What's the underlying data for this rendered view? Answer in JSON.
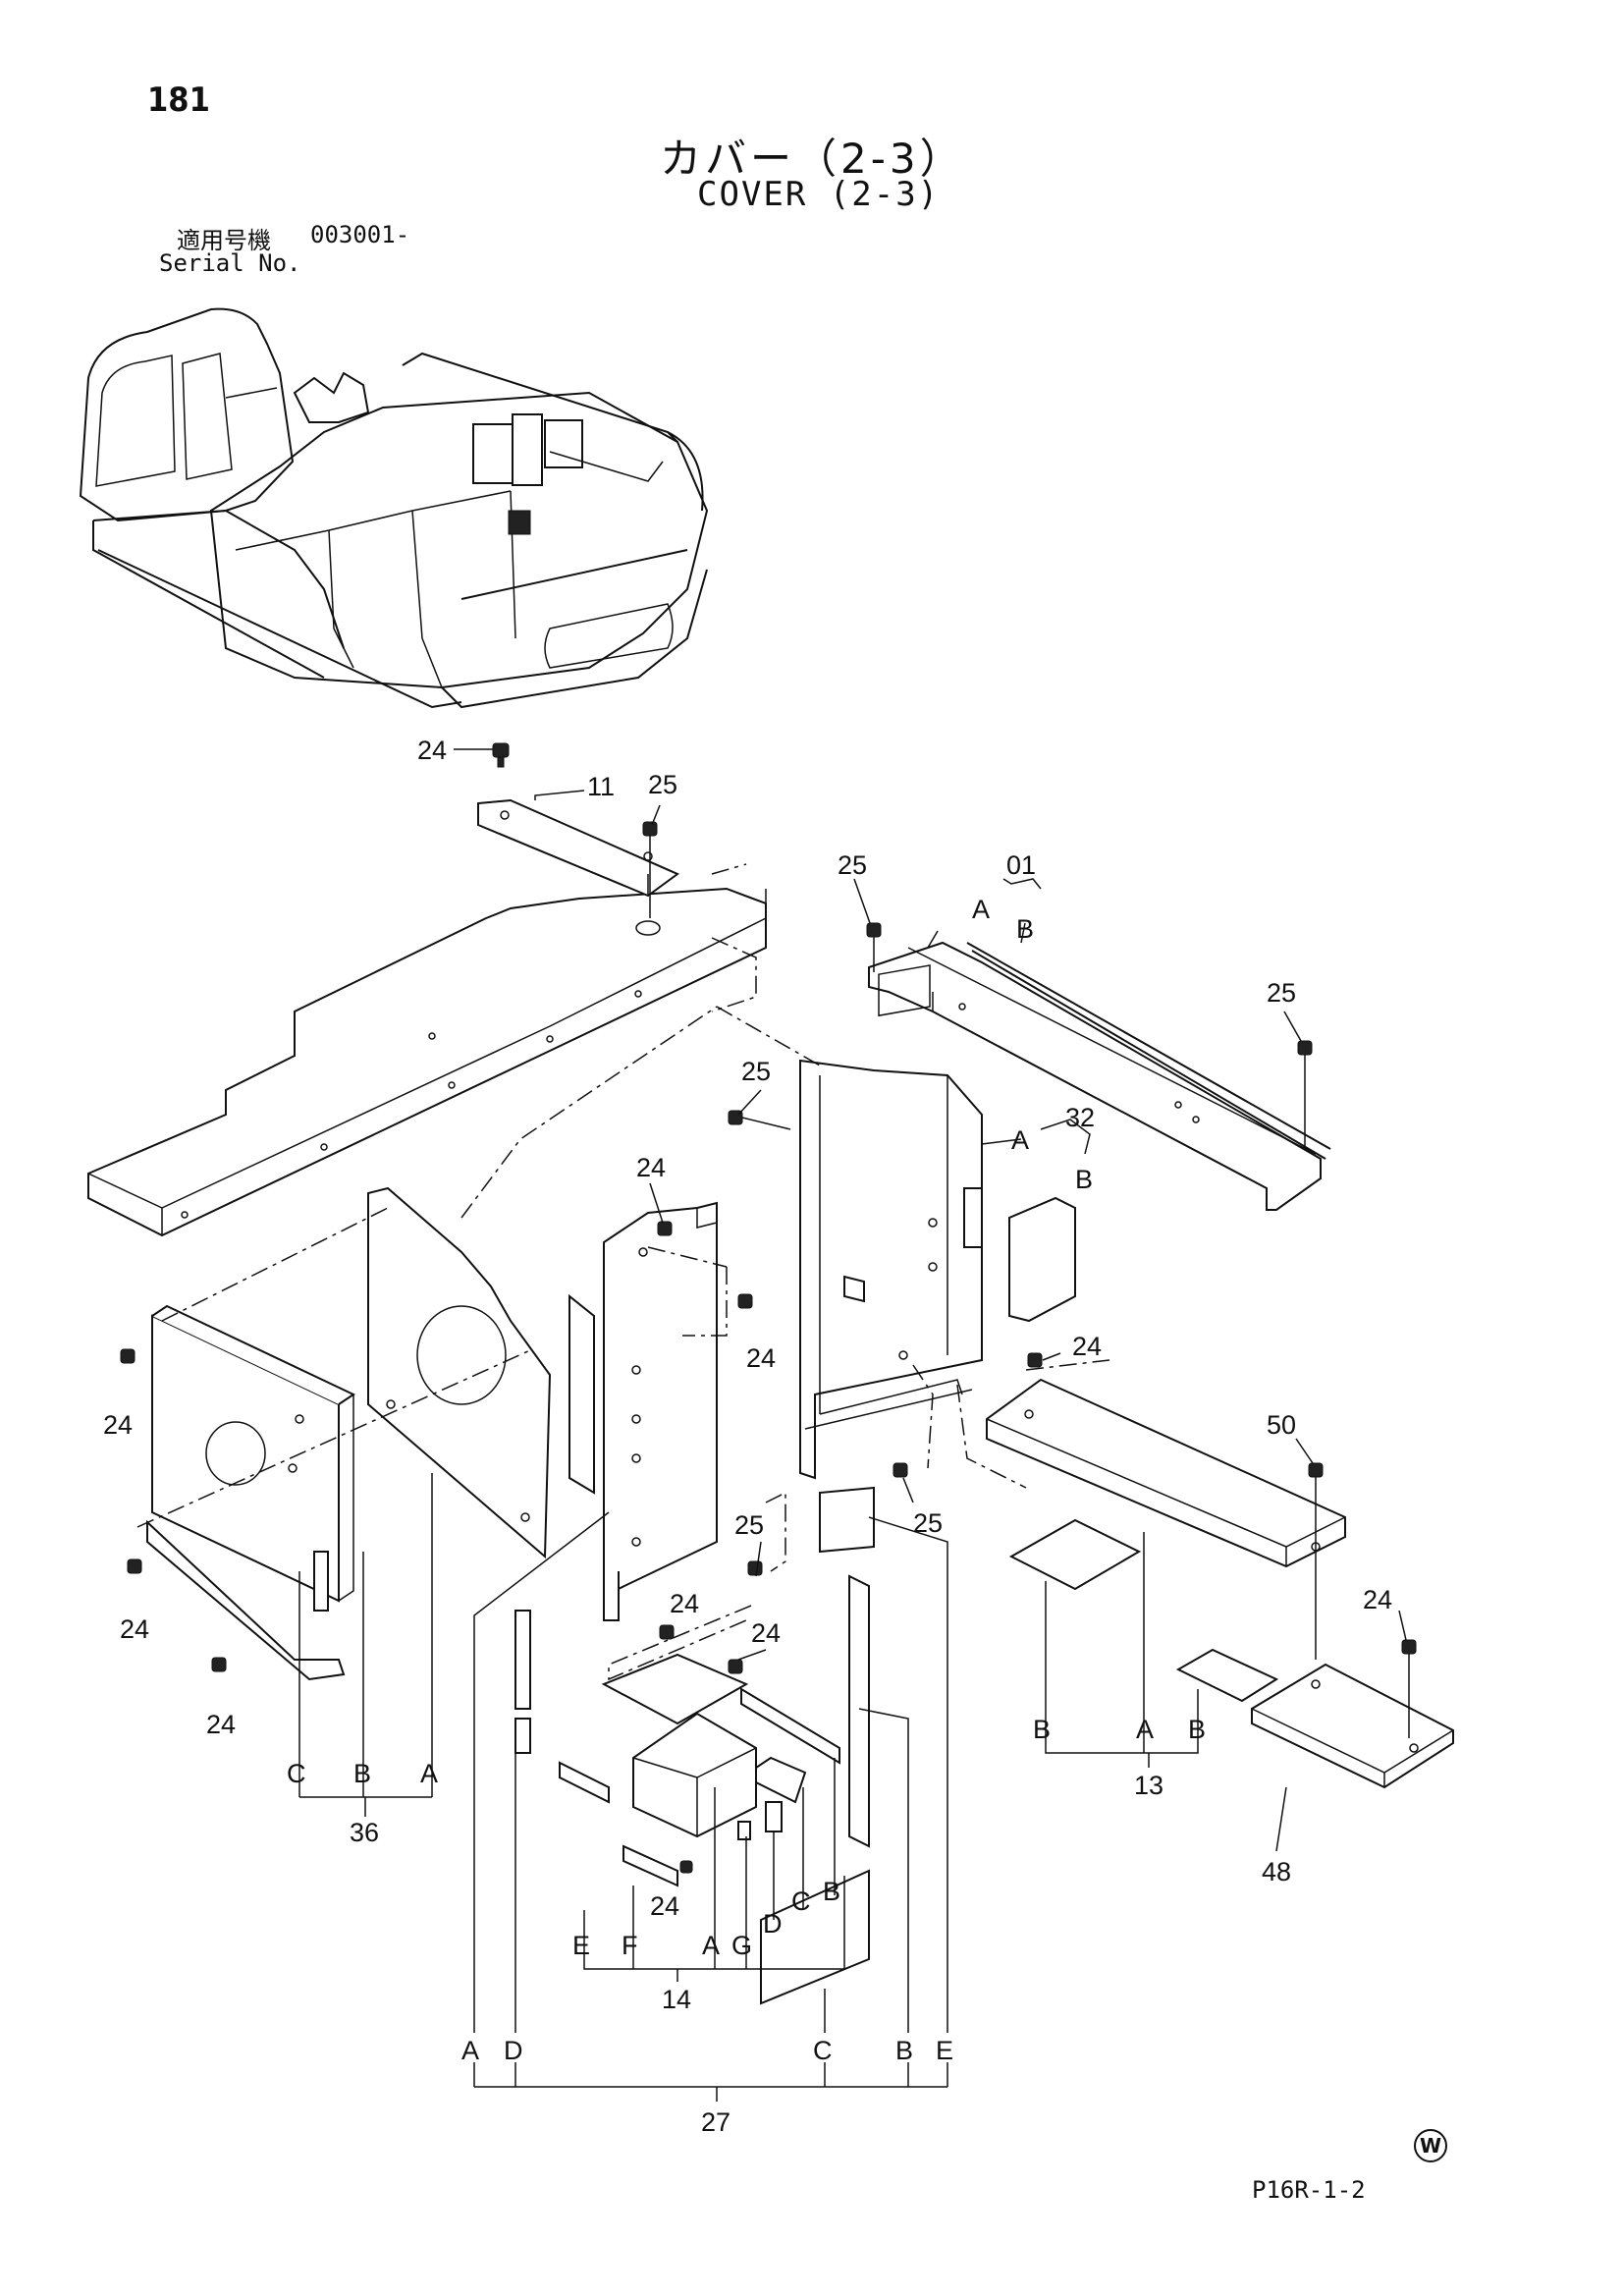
{
  "page": {
    "number": "181",
    "title_jp": "カバー（2-3）",
    "title_en": "COVER (2-3)",
    "serial_label_jp": "適用号機",
    "serial_value": "003001-",
    "serial_label_en": "Serial No.",
    "reference_code": "P16R-1-2",
    "watermark_symbol": "W"
  },
  "callouts": {
    "c24a": "24",
    "c11": "11",
    "c25a": "25",
    "c25b": "25",
    "c01": "01",
    "c01a": "A",
    "c01b": "B",
    "c25c": "25",
    "c25d": "25",
    "c24b": "24",
    "c32a": "A",
    "c32": "32",
    "c32b": "B",
    "c24c": "24",
    "c24d": "24",
    "c24e": "24",
    "c50": "50",
    "c25e": "25",
    "c25f": "25",
    "c24f": "24",
    "c24g": "24",
    "c24h": "24",
    "c24i": "24",
    "c24j": "24",
    "c24k": "24",
    "c13b1": "B",
    "c13a": "A",
    "c13b2": "B",
    "c13": "13",
    "c48": "48",
    "c36c": "C",
    "c36b": "B",
    "c36a": "A",
    "c36": "36",
    "c14e": "E",
    "c14f": "F",
    "c14a": "A",
    "c14g": "G",
    "c14d": "D",
    "c14c": "C",
    "c14b": "B",
    "c14": "14",
    "c27a": "A",
    "c27d": "D",
    "c27c": "C",
    "c27b": "B",
    "c27e": "E",
    "c27": "27"
  }
}
